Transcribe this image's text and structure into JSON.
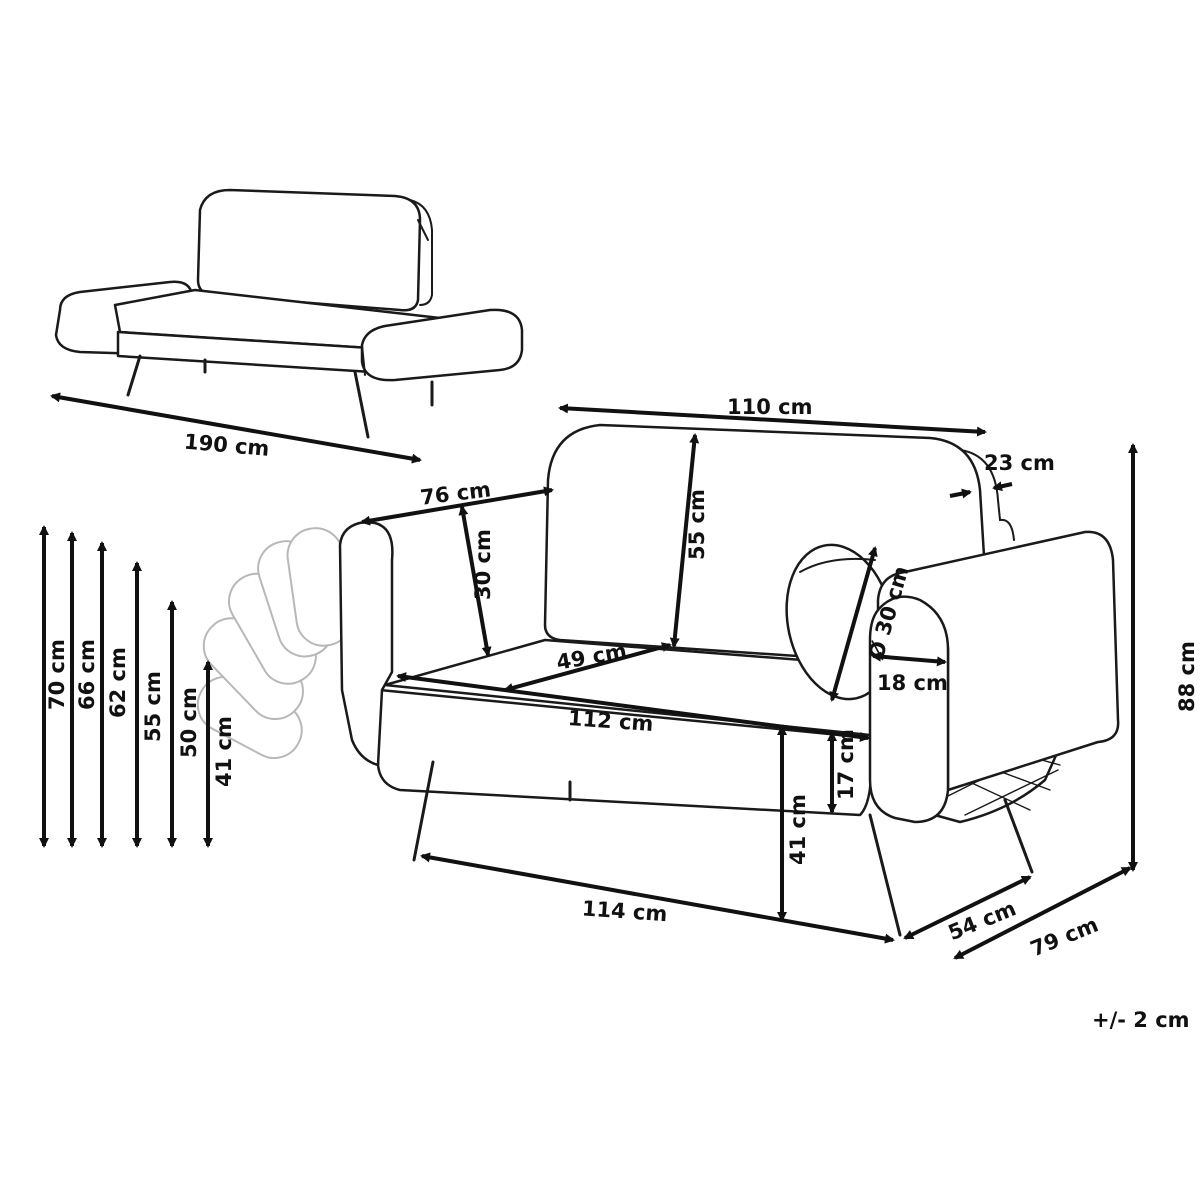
{
  "diagram": {
    "labels": {
      "total_length_reclined": "190 cm",
      "back_width": "110 cm",
      "back_depth": "23 cm",
      "armrest_length": "76 cm",
      "armrest_height": "30 cm",
      "back_height": "55 cm",
      "seat_depth": "49 cm",
      "pillow_diameter": "Ø 30 cm",
      "armrest_width": "18 cm",
      "seat_width": "112 cm",
      "seat_thickness": "17 cm",
      "seat_height": "41 cm",
      "overall_width": "114 cm",
      "leg_depth": "54 cm",
      "overall_depth": "79 cm",
      "overall_height": "88 cm",
      "arm_pos_1": "70 cm",
      "arm_pos_2": "66 cm",
      "arm_pos_3": "62 cm",
      "arm_pos_4": "55 cm",
      "arm_pos_5": "50 cm",
      "arm_pos_6": "41 cm"
    },
    "tolerance": "+/- 2 cm"
  }
}
